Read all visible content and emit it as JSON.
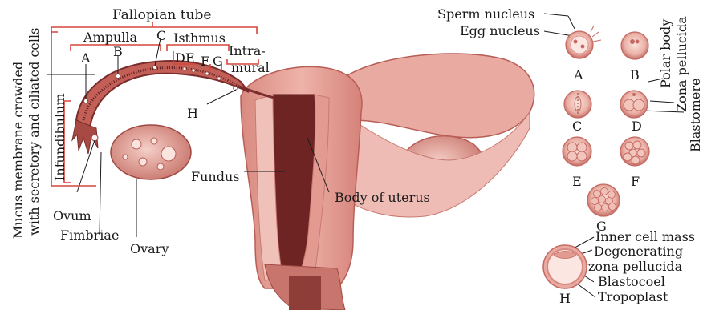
{
  "labels": {
    "fallopian_tube": "Fallopian tube",
    "ampulla": "Ampulla",
    "isthmus": "Isthmus",
    "intramural_1": "Intra-",
    "intramural_2": "mural",
    "infundibulum": "Infundibulum",
    "mucus_line1": "Mucus membrane crowded",
    "mucus_line2": "with secretory and ciliated cells",
    "ovum": "Ovum",
    "fimbriae": "Fimbriae",
    "ovary": "Ovary",
    "fundus": "Fundus",
    "body_of_uterus": "Body of uterus",
    "letter_A": "A",
    "letter_B": "B",
    "letter_C": "C",
    "letter_D": "D",
    "letter_E": "E",
    "letter_F": "F",
    "letter_G": "G",
    "letter_H": "H"
  },
  "stages": {
    "sperm_nucleus": "Sperm nucleus",
    "egg_nucleus": "Egg nucleus",
    "polar_body": "Polar body",
    "zona_pellucida": "Zona pellucida",
    "blastomere": "Blastomere",
    "inner_cell_mass": "Inner cell mass",
    "degenerating_1": "Degenerating",
    "degenerating_2": "zona pellucida",
    "blastocoel": "Blastocoel",
    "tropoplast": "Tropoplast",
    "A": "A",
    "B": "B",
    "C": "C",
    "D": "D",
    "E": "E",
    "F": "F",
    "G": "G",
    "H": "H"
  },
  "colors": {
    "tissue": "#e7a49b",
    "tissue_dark": "#b85e57",
    "tissue_deep": "#7a2b2b",
    "tissue_light": "#f4cfc8",
    "line": "#c24a40",
    "bracket": "#d6453a"
  }
}
